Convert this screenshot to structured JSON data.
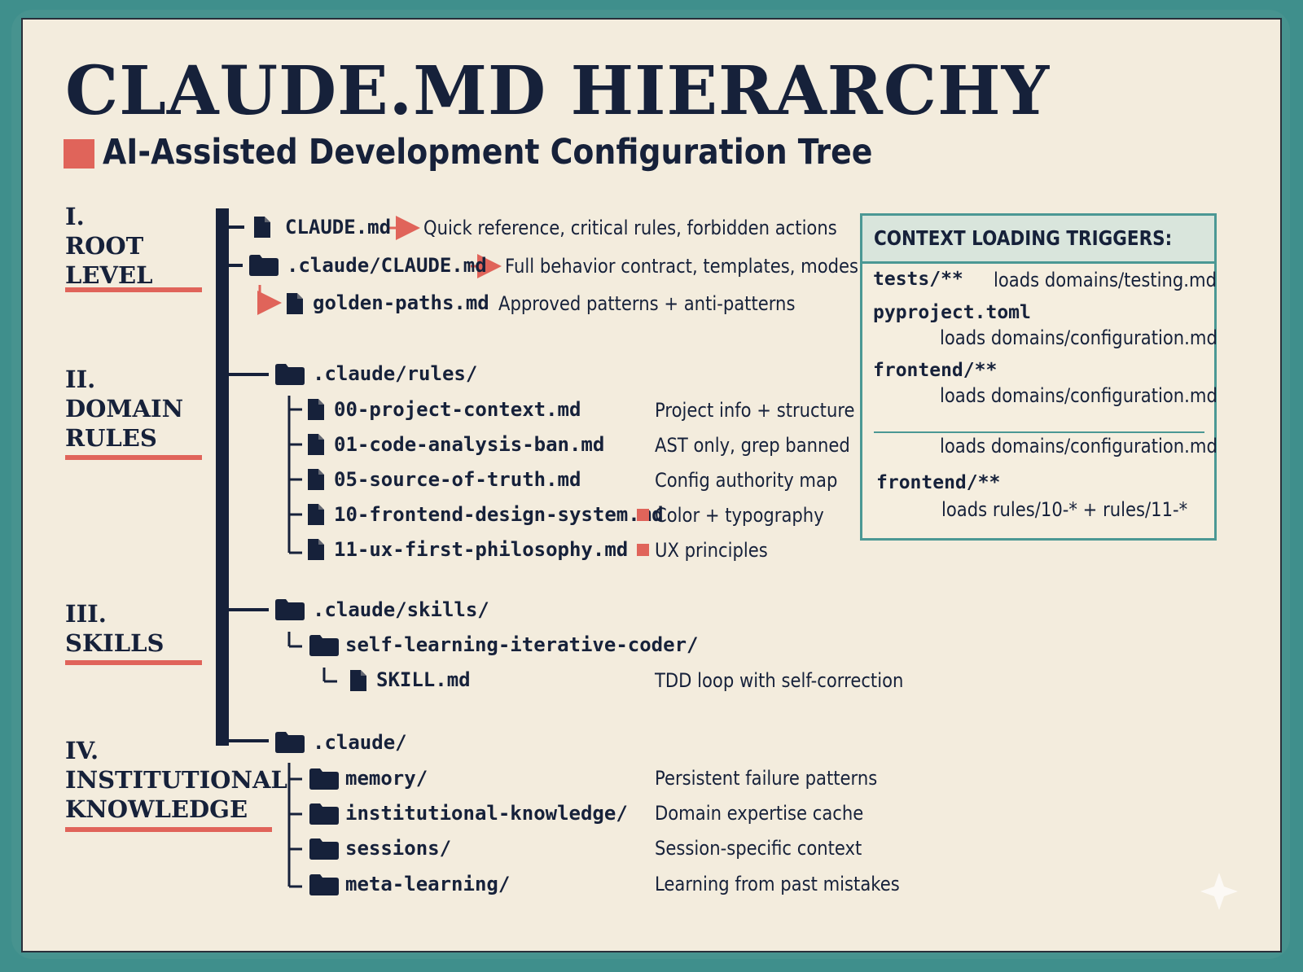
{
  "title": "CLAUDE.MD HIERARCHY",
  "subtitle": "AI-Assisted Development Configuration Tree",
  "colors": {
    "accent": "#e0645a",
    "ink": "#16213a",
    "teal": "#47938f",
    "paper": "#f3ecdd"
  },
  "sections": [
    {
      "num": "I.",
      "line1": "ROOT",
      "line2": "LEVEL"
    },
    {
      "num": "II.",
      "line1": "DOMAIN",
      "line2": "RULES"
    },
    {
      "num": "III.",
      "line1": "SKILLS",
      "line2": ""
    },
    {
      "num": "IV.",
      "line1": "INSTITUTIONAL",
      "line2": "KNOWLEDGE"
    }
  ],
  "root": [
    {
      "name": "CLAUDE.md",
      "icon": "file-icon",
      "desc": "Quick reference, critical rules, forbidden actions"
    },
    {
      "name": ".claude/CLAUDE.md",
      "icon": "folder-icon",
      "desc": "Full behavior contract, templates, modes"
    },
    {
      "name": "golden-paths.md",
      "icon": "file-icon",
      "desc": "Approved patterns + anti-patterns"
    }
  ],
  "rules": {
    "folder": ".claude/rules/",
    "files": [
      {
        "name": "00-project-context.md",
        "desc": "Project info + structure"
      },
      {
        "name": "01-code-analysis-ban.md",
        "desc": "AST only, grep banned"
      },
      {
        "name": "05-source-of-truth.md",
        "desc": "Config authority map"
      },
      {
        "name": "10-frontend-design-system.md",
        "desc": "Color + typography"
      },
      {
        "name": "11-ux-first-philosophy.md",
        "desc": "UX principles"
      }
    ]
  },
  "skills": {
    "folder": ".claude/skills/",
    "sub": "self-learning-iterative-coder/",
    "file": "SKILL.md",
    "desc": "TDD loop with self-correction"
  },
  "institutional": {
    "folder": ".claude/",
    "items": [
      {
        "name": "memory/",
        "desc": "Persistent failure patterns"
      },
      {
        "name": "institutional-knowledge/",
        "desc": "Domain expertise cache"
      },
      {
        "name": "sessions/",
        "desc": "Session-specific context"
      },
      {
        "name": "meta-learning/",
        "desc": "Learning from past mistakes"
      }
    ]
  },
  "triggers": {
    "heading": "CONTEXT LOADING TRIGGERS:",
    "items": [
      {
        "pattern": "tests/**",
        "loads": "loads domains/testing.md"
      },
      {
        "pattern": "pyproject.toml",
        "loads": "loads domains/configuration.md"
      },
      {
        "pattern": "frontend/**",
        "loads": "loads domains/configuration.md"
      },
      {
        "pattern": "",
        "loads": "loads domains/configuration.md"
      },
      {
        "pattern": "frontend/**",
        "loads": "loads rules/10-* + rules/11-*"
      }
    ]
  }
}
